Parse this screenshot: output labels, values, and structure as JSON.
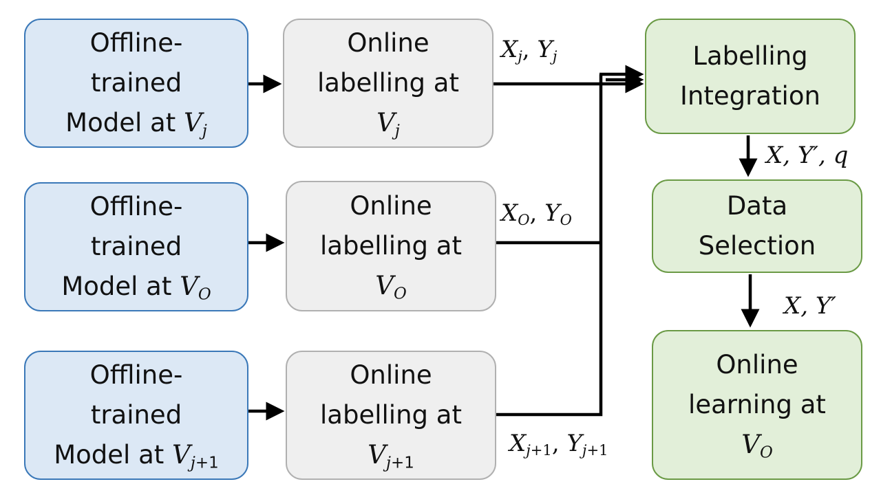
{
  "offline_models": [
    {
      "line1": "Offline-",
      "line2": "trained",
      "prefix": "Model at ",
      "var": "V",
      "sub": "j"
    },
    {
      "line1": "Offline-",
      "line2": "trained",
      "prefix": "Model at ",
      "var": "V",
      "sub": "O"
    },
    {
      "line1": "Offline-",
      "line2": "trained",
      "prefix": "Model at ",
      "var": "V",
      "sub_italic": "j",
      "sub_tail": "+1"
    }
  ],
  "online_labelling": [
    {
      "line1": "Online",
      "line2": "labelling at",
      "var": "V",
      "sub": "j"
    },
    {
      "line1": "Online",
      "line2": "labelling at",
      "var": "V",
      "sub": "O"
    },
    {
      "line1": "Online",
      "line2": "labelling at",
      "var": "V",
      "sub_italic": "j",
      "sub_tail": "+1"
    }
  ],
  "edge_labels": {
    "xj_yj": {
      "x": "X",
      "x_sub": "j",
      "sep": ", ",
      "y": "Y",
      "y_sub": "j"
    },
    "xo_yo": {
      "x": "X",
      "x_sub": "O",
      "sep": ", ",
      "y": "Y",
      "y_sub": "O"
    },
    "xj1_yj1": {
      "x": "X",
      "x_sub": "j",
      "x_tail": "+1",
      "sep": ", ",
      "y": "Y",
      "y_sub": "j",
      "y_tail": "+1"
    },
    "x_yprime_q": "X, Y′, q",
    "x_yprime": "X, Y′"
  },
  "labelling_integration": {
    "line1": "Labelling",
    "line2": "Integration"
  },
  "data_selection": {
    "line1": "Data",
    "line2": "Selection"
  },
  "online_learning": {
    "line1": "Online",
    "line2": "learning at",
    "var": "V",
    "sub": "O"
  }
}
